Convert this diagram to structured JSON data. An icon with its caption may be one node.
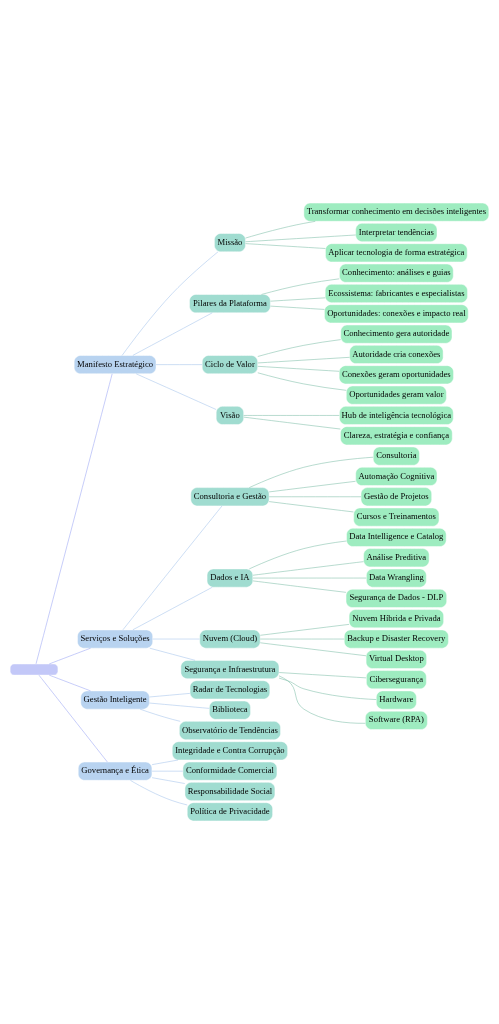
{
  "diagram": {
    "nodes": [
      {
        "text": [],
        "shape": "box"
      },
      {
        "text": [
          "Manifesto Estratégico"
        ]
      },
      {
        "text": [
          "Missão"
        ]
      },
      {
        "text": [
          "Transformar conhecimento em decisões inteligentes"
        ]
      },
      {
        "text": [
          "Interpretar tendências"
        ]
      },
      {
        "text": [
          "Aplicar tecnologia de forma estratégica"
        ]
      },
      {
        "text": [
          "Pilares da Plataforma"
        ]
      },
      {
        "text": [
          "Conhecimento: análises e guias"
        ]
      },
      {
        "text": [
          "Ecossistema: fabricantes e especialistas"
        ]
      },
      {
        "text": [
          "Oportunidades: conexões e impacto real"
        ]
      },
      {
        "text": [
          "Ciclo de Valor"
        ]
      },
      {
        "text": [
          "Conhecimento gera autoridade"
        ]
      },
      {
        "text": [
          "Autoridade cria conexões"
        ]
      },
      {
        "text": [
          "Conexões geram oportunidades"
        ]
      },
      {
        "text": [
          "Oportunidades geram valor"
        ]
      },
      {
        "text": [
          "Visão"
        ]
      },
      {
        "text": [
          "Hub de inteligência tecnológica"
        ]
      },
      {
        "text": [
          "Clareza, estratégia e confiança"
        ]
      },
      {
        "text": [
          "Serviços e Soluções"
        ]
      },
      {
        "text": [
          "Consultoria e Gestão"
        ]
      },
      {
        "text": [
          "Consultoria"
        ]
      },
      {
        "text": [
          "Automação Cognitiva"
        ]
      },
      {
        "text": [
          "Gestão de Projetos"
        ]
      },
      {
        "text": [
          "Cursos e Treinamentos"
        ]
      },
      {
        "text": [
          "Dados e IA"
        ]
      },
      {
        "text": [
          "Data Intelligence e Catalog"
        ]
      },
      {
        "text": [
          "Análise Preditiva"
        ]
      },
      {
        "text": [
          "Data Wrangling"
        ]
      },
      {
        "text": [
          "Segurança de Dados - DLP"
        ]
      },
      {
        "text": [
          "Nuvem (Cloud)"
        ]
      },
      {
        "text": [
          "Nuvem Híbrida e Privada"
        ]
      },
      {
        "text": [
          "Backup e Disaster Recovery"
        ]
      },
      {
        "text": [
          "Virtual Desktop"
        ]
      },
      {
        "text": [
          "Segurança e Infraestrutura"
        ]
      },
      {
        "text": [
          "Cibersegurança"
        ]
      },
      {
        "text": [
          "Hardware"
        ]
      },
      {
        "text": [
          "Software (RPA)"
        ]
      },
      {
        "text": [
          "Gestão Inteligente"
        ]
      },
      {
        "text": [
          "Radar de Tecnologias"
        ]
      },
      {
        "text": [
          "Biblioteca"
        ]
      },
      {
        "text": [
          "Observatório de Tendências"
        ]
      },
      {
        "text": [
          "Governança e Ética"
        ]
      },
      {
        "text": [
          "Integridade e Contra Corrupção"
        ]
      },
      {
        "text": [
          "Conformidade Comercial"
        ]
      },
      {
        "text": [
          "Responsabilidade Social"
        ]
      },
      {
        "text": [
          "Política de Privacidade"
        ]
      }
    ],
    "edges": [
      {
        "from": 0,
        "to": 1,
        "arrow": "none",
        "color": "#9aa5f5"
      },
      {
        "from": 1,
        "to": 2,
        "arrow": "none",
        "color": "#a6c4ec"
      },
      {
        "from": 2,
        "to": 3,
        "arrow": "none"
      },
      {
        "from": 2,
        "to": 4,
        "arrow": "none"
      },
      {
        "from": 2,
        "to": 5,
        "arrow": "none"
      },
      {
        "from": 1,
        "to": 6,
        "arrow": "none",
        "color": "#a6c4ec"
      },
      {
        "from": 6,
        "to": 7,
        "arrow": "none"
      },
      {
        "from": 6,
        "to": 8,
        "arrow": "none"
      },
      {
        "from": 6,
        "to": 9,
        "arrow": "none"
      },
      {
        "from": 1,
        "to": 10,
        "arrow": "none",
        "color": "#a6c4ec"
      },
      {
        "from": 10,
        "to": 11,
        "arrow": "none"
      },
      {
        "from": 10,
        "to": 12,
        "arrow": "none"
      },
      {
        "from": 10,
        "to": 13,
        "arrow": "none"
      },
      {
        "from": 10,
        "to": 14,
        "arrow": "none"
      },
      {
        "from": 1,
        "to": 15,
        "arrow": "none",
        "color": "#a6c4ec"
      },
      {
        "from": 15,
        "to": 16,
        "arrow": "none"
      },
      {
        "from": 15,
        "to": 17,
        "arrow": "none"
      },
      {
        "from": 0,
        "to": 18,
        "arrow": "none",
        "color": "#9aa5f5"
      },
      {
        "from": 18,
        "to": 19,
        "arrow": "none",
        "color": "#a6c4ec"
      },
      {
        "from": 19,
        "to": 20,
        "arrow": "none"
      },
      {
        "from": 19,
        "to": 21,
        "arrow": "none"
      },
      {
        "from": 19,
        "to": 22,
        "arrow": "none"
      },
      {
        "from": 19,
        "to": 23,
        "arrow": "none"
      },
      {
        "from": 18,
        "to": 24,
        "arrow": "none",
        "color": "#a6c4ec"
      },
      {
        "from": 24,
        "to": 25,
        "arrow": "none"
      },
      {
        "from": 24,
        "to": 26,
        "arrow": "none"
      },
      {
        "from": 24,
        "to": 27,
        "arrow": "none"
      },
      {
        "from": 24,
        "to": 28,
        "arrow": "none"
      },
      {
        "from": 18,
        "to": 29,
        "arrow": "none",
        "color": "#a6c4ec"
      },
      {
        "from": 29,
        "to": 30,
        "arrow": "none"
      },
      {
        "from": 29,
        "to": 31,
        "arrow": "none"
      },
      {
        "from": 29,
        "to": 32,
        "arrow": "none"
      },
      {
        "from": 18,
        "to": 33,
        "arrow": "none",
        "color": "#a6c4ec"
      },
      {
        "from": 33,
        "to": 34,
        "arrow": "none"
      },
      {
        "from": 33,
        "to": 35,
        "arrow": "none"
      },
      {
        "from": 33,
        "to": 36,
        "arrow": "none"
      },
      {
        "from": 0,
        "to": 37,
        "arrow": "none",
        "color": "#9aa5f5"
      },
      {
        "from": 37,
        "to": 38,
        "arrow": "none",
        "color": "#a6c4ec"
      },
      {
        "from": 37,
        "to": 39,
        "arrow": "none",
        "color": "#a6c4ec"
      },
      {
        "from": 37,
        "to": 40,
        "arrow": "none",
        "color": "#a6c4ec"
      },
      {
        "from": 0,
        "to": 41,
        "arrow": "none",
        "color": "#9aa5f5"
      },
      {
        "from": 41,
        "to": 42,
        "arrow": "none",
        "color": "#a6c4ec"
      },
      {
        "from": 41,
        "to": 43,
        "arrow": "none",
        "color": "#a6c4ec"
      },
      {
        "from": 41,
        "to": 44,
        "arrow": "none",
        "color": "#a6c4ec"
      },
      {
        "from": 41,
        "to": 45,
        "arrow": "none",
        "color": "#a6c4ec"
      }
    ]
  }
}
